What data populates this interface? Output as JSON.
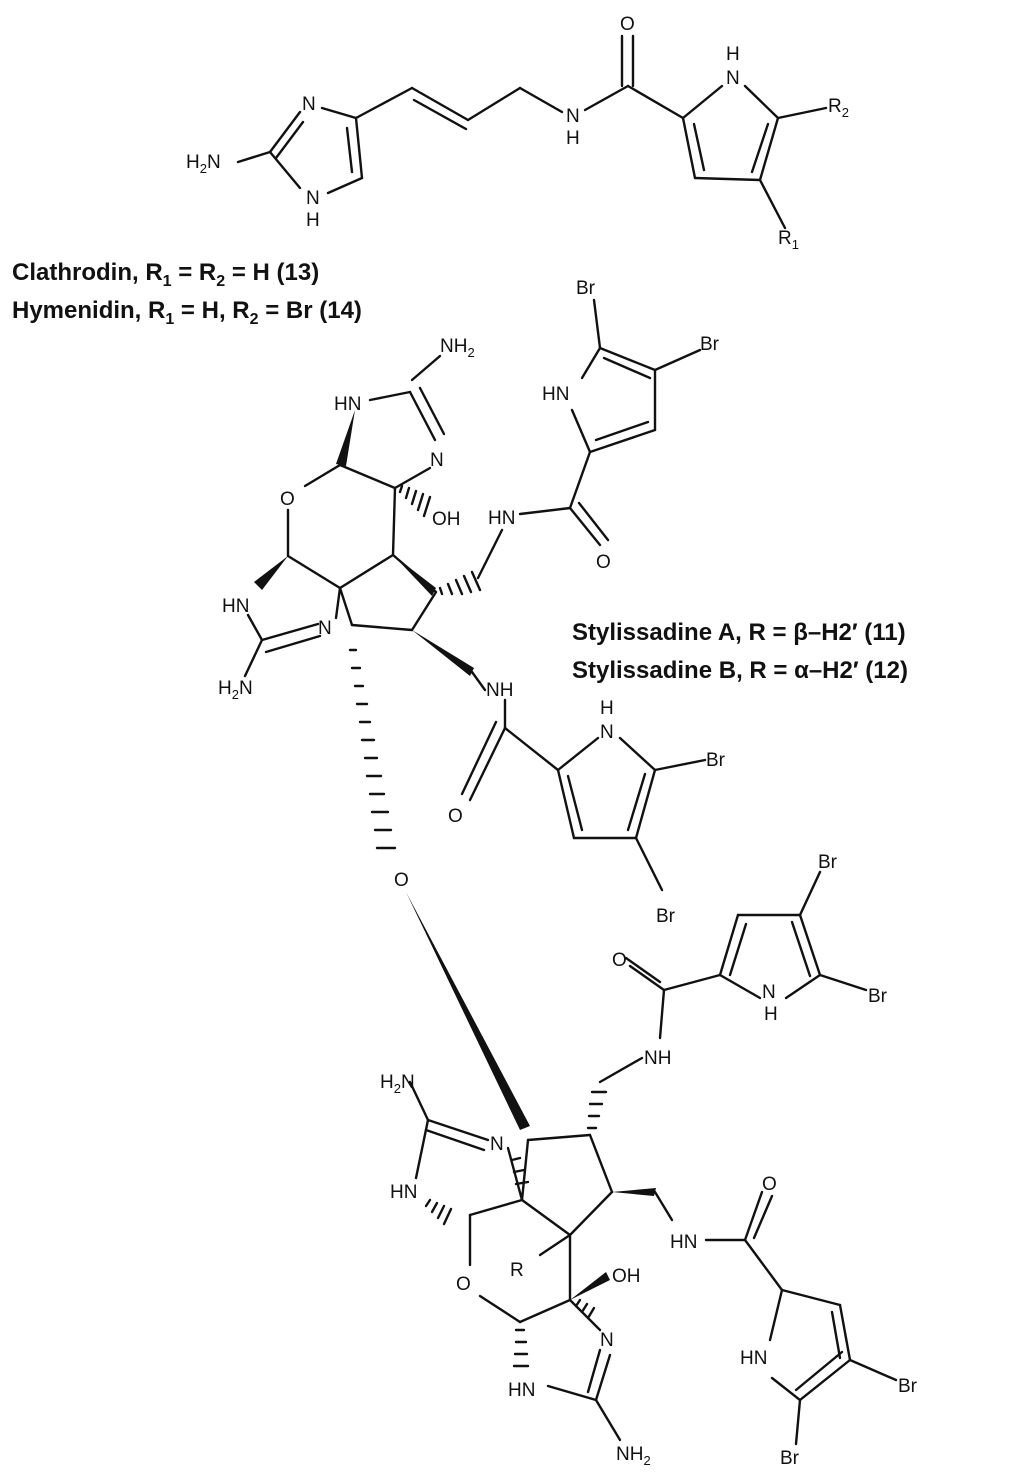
{
  "captions": {
    "clathrodin": {
      "name": "Clathrodin, R",
      "mid1": " = R",
      "tail": " = H (13)",
      "sub1": "1",
      "sub2": "2"
    },
    "hymenidin": {
      "name": "Hymenidin, R",
      "mid1": " = H, R",
      "tail": " = Br (14)",
      "sub1": "1",
      "sub2": "2"
    },
    "stylissadine_a": "Stylissadine A, R = β–H2′ (11)",
    "stylissadine_b": "Stylissadine B, R = α–H2′ (12)"
  },
  "atoms": {
    "h2n": "H",
    "h2n_sub": "2",
    "h2n_n": "N",
    "n": "N",
    "nh": "NH",
    "hn": "HN",
    "h": "H",
    "o": "O",
    "oh": "OH",
    "br": "Br",
    "r": "R",
    "r1": "R",
    "r1_sub": "1",
    "r2": "R",
    "r2_sub": "2",
    "nh2": "NH",
    "nh2_sub": "2"
  }
}
